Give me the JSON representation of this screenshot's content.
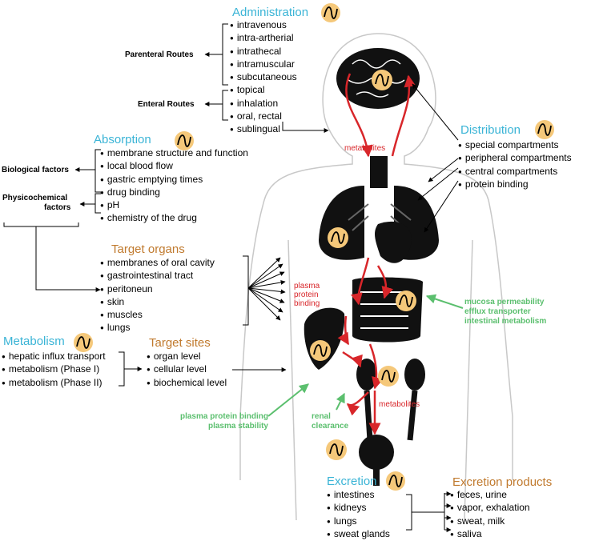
{
  "administration": {
    "title": "Administration",
    "parenteral_label": "Parenteral Routes",
    "enteral_label": "Enteral Routes",
    "routes": [
      "intravenous",
      "intra-artherial",
      "intrathecal",
      "intramuscular",
      "subcutaneous",
      "topical",
      "inhalation",
      "oral, rectal",
      "sublingual"
    ]
  },
  "absorption": {
    "title": "Absorption",
    "biological_label": "Biological factors",
    "physicochemical_label_1": "Physicochemical",
    "physicochemical_label_2": "factors",
    "items": [
      "membrane structure and function",
      "local blood flow",
      "gastric emptying times",
      "drug binding",
      "pH",
      "chemistry of the drug"
    ]
  },
  "target_organs": {
    "title": "Target organs",
    "items": [
      "membranes of oral cavity",
      "gastrointestinal tract",
      "peritoneun",
      "skin",
      "muscles",
      "lungs"
    ]
  },
  "metabolism": {
    "title": "Metabolism",
    "items": [
      "hepatic influx transport",
      "metabolism (Phase I)",
      "metabolism (Phase II)"
    ]
  },
  "target_sites": {
    "title": "Target sites",
    "items": [
      "organ level",
      "cellular level",
      "biochemical level"
    ]
  },
  "distribution": {
    "title": "Distribution",
    "items": [
      "special compartments",
      "peripheral compartments",
      "central compartments",
      "protein binding"
    ]
  },
  "excretion": {
    "title": "Excretion",
    "items": [
      "intestines",
      "kidneys",
      "lungs",
      "sweat glands"
    ]
  },
  "excretion_products": {
    "title": "Excretion products",
    "items": [
      "feces, urine",
      "vapor, exhalation",
      "sweat, milk",
      "saliva"
    ]
  },
  "body_labels": {
    "metabolites_top": "metabolites",
    "plasma_protein_binding": [
      "plasma",
      "protein",
      "binding"
    ],
    "metabolites_bottom": "metabolites",
    "gut_notes": [
      "mucosa permeability",
      "efflux transporter",
      "intestinal metabolism"
    ],
    "liver_notes": [
      "plasma protein binding",
      "plasma stability"
    ],
    "renal_notes": [
      "renal",
      "clearance"
    ]
  },
  "colors": {
    "blue_heading": "#3ab4d6",
    "orange_heading": "#c07a2e",
    "green_note": "#5bbf6e",
    "red_arrow": "#d8262a",
    "wave_circle": "#f5c87a"
  }
}
